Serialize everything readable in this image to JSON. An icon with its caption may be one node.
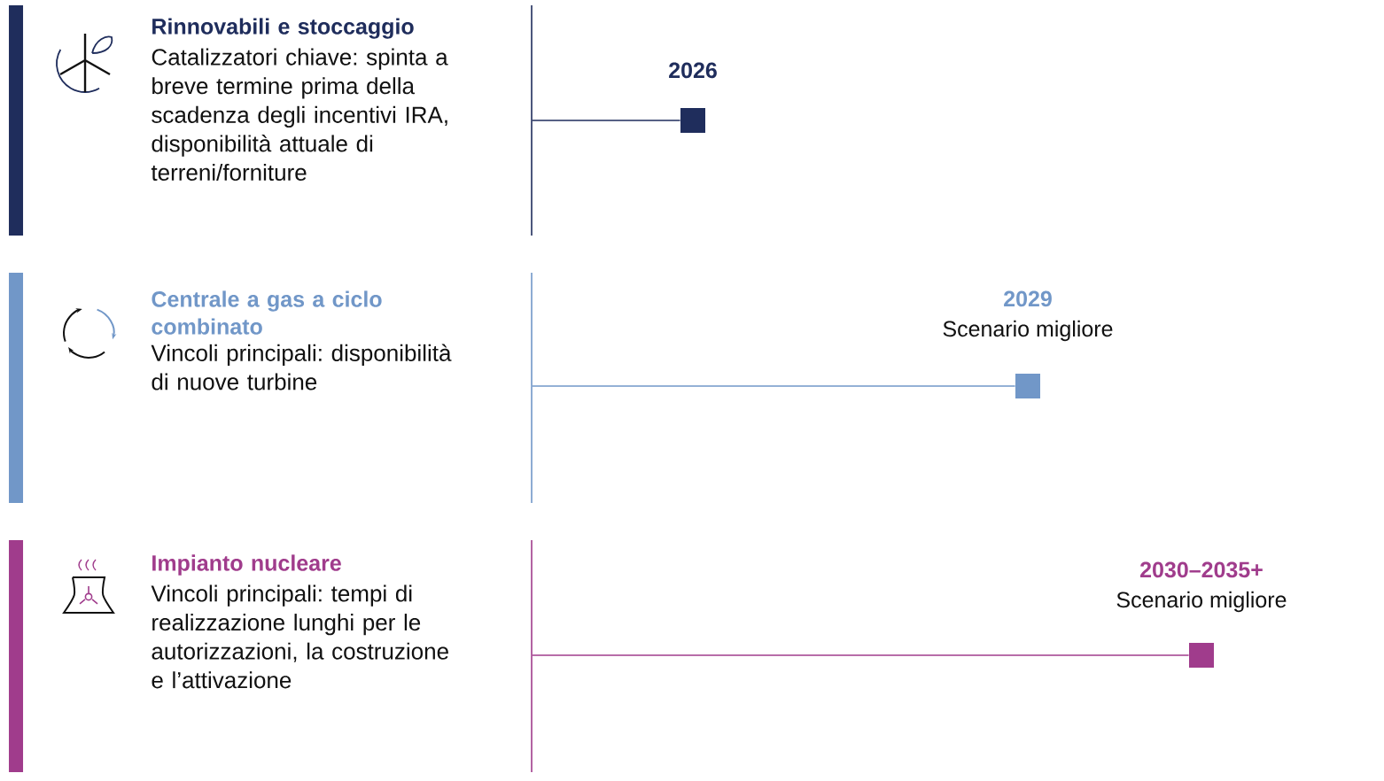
{
  "diagram": {
    "nodes": [
      {
        "text": [
          "Rinnovabili e stoccaggio",
          "Catalizzatori chiave: spinta a breve termine prima della scadenza degli incentivi IRA, disponibilità attuale di terreni/forniture"
        ]
      },
      {
        "text": [],
        "shape": "box",
        "beside": [
          "2026"
        ]
      },
      {
        "text": [
          "Centrale a gas a ciclo combinato",
          "Vincoli principali: disponibilità di nuove turbine"
        ]
      },
      {
        "text": [],
        "shape": "box",
        "beside": [
          "2029",
          "Scenario migliore"
        ]
      },
      {
        "text": [
          "Impianto nucleare",
          "Vincoli principali: tempi di realizzazione lunghi per le autorizzazioni, la costruzione e l’attivazione"
        ]
      },
      {
        "text": [],
        "shape": "box",
        "beside": [
          "2030–2035+",
          "Scenario migliore"
        ]
      }
    ],
    "edges": [
      {
        "from": 0,
        "to": 1,
        "arrow": "none",
        "color": "#1f2d5c"
      },
      {
        "from": 2,
        "to": 3,
        "arrow": "none",
        "color": "#7197c8"
      },
      {
        "from": 4,
        "to": 5,
        "arrow": "none",
        "color": "#a03c8c"
      }
    ]
  }
}
